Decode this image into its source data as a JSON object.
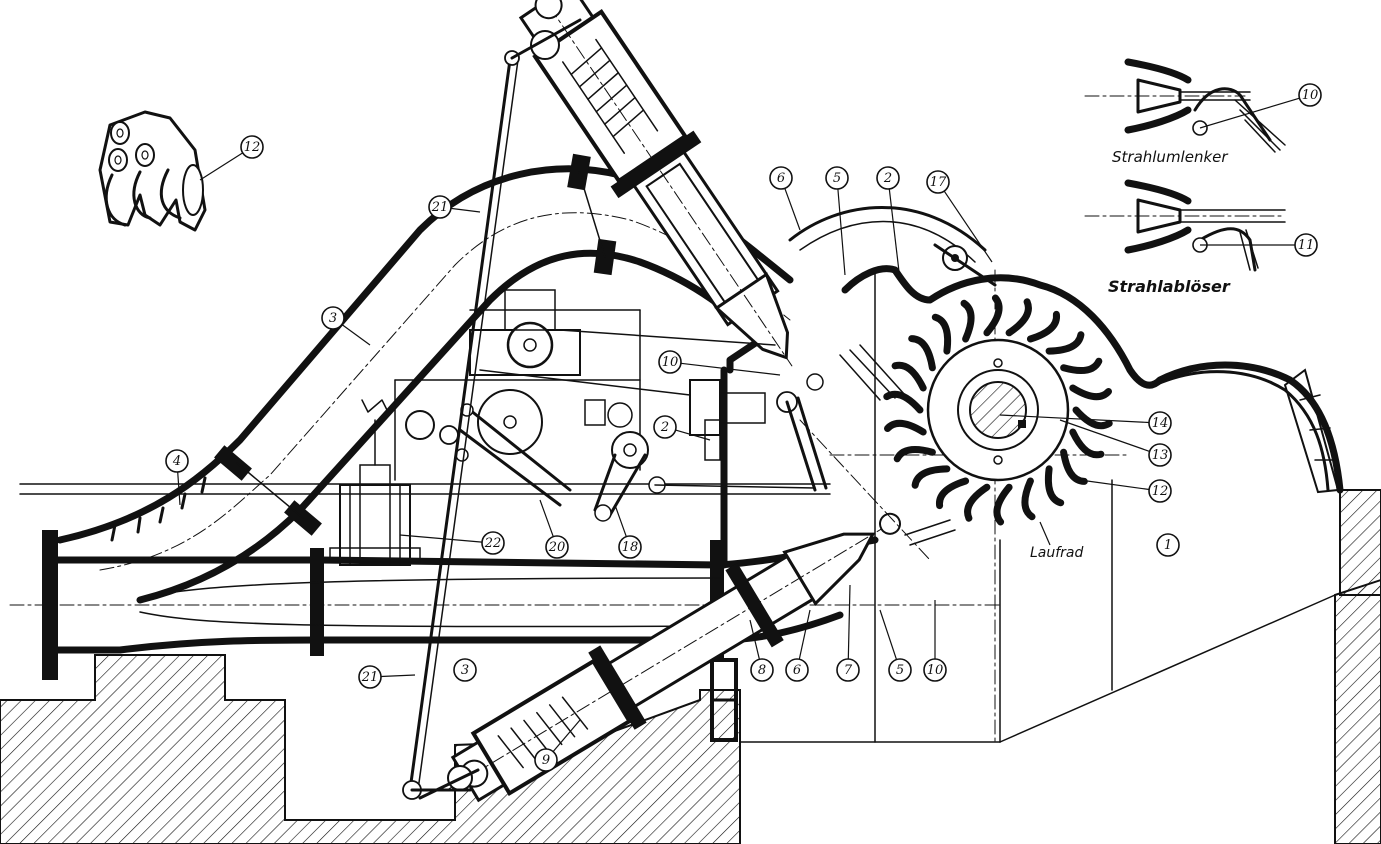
{
  "labels": {
    "strahlumlenker": "Strahlumlenker",
    "strahlabloeser": "Strahlablöser",
    "laufrad": "Laufrad"
  },
  "callouts": {
    "c1": "1",
    "c2a": "2",
    "c2b": "2",
    "c3a": "3",
    "c3b": "3",
    "c4": "4",
    "c5a": "5",
    "c5b": "5",
    "c6a": "6",
    "c6b": "6",
    "c7": "7",
    "c8": "8",
    "c9": "9",
    "c10a": "10",
    "c10b": "10",
    "c10c": "10",
    "c11": "11",
    "c12a": "12",
    "c12b": "12",
    "c13": "13",
    "c14": "14",
    "c17": "17",
    "c18": "18",
    "c20": "20",
    "c21a": "21",
    "c21b": "21",
    "c22": "22"
  },
  "colors": {
    "ink": "#111111",
    "paper": "#ffffff"
  }
}
